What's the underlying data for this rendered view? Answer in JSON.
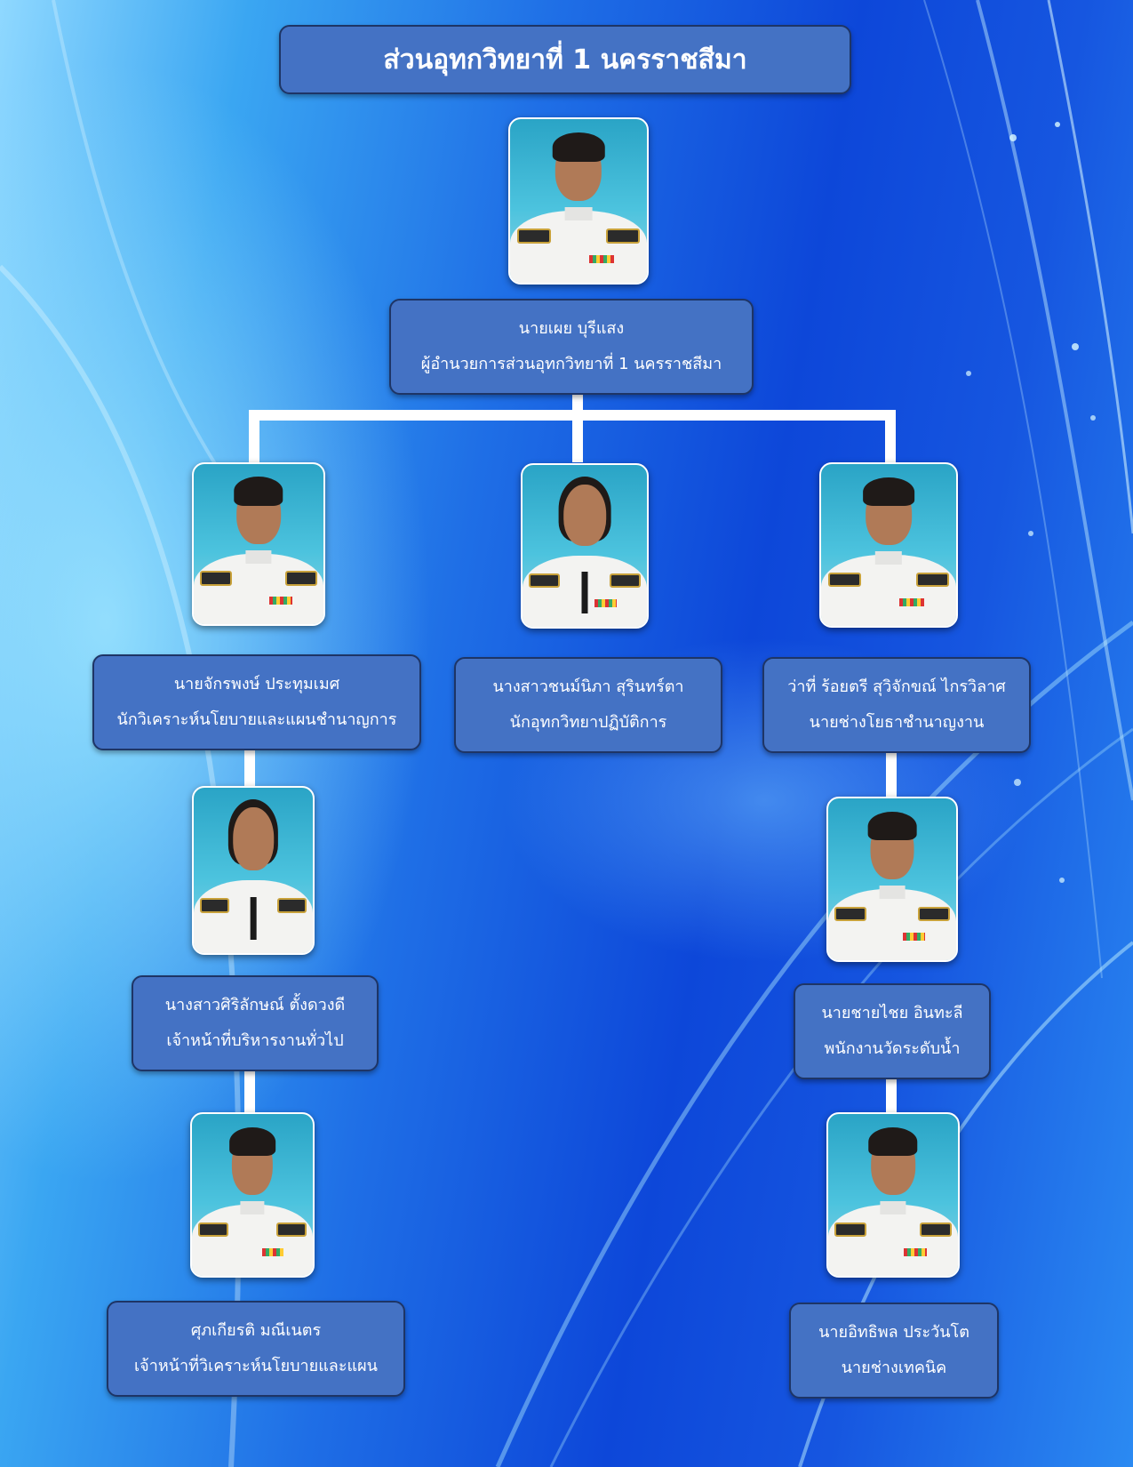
{
  "title": "ส่วนอุทกวิทยาที่ 1 นครราชสีมา",
  "director": {
    "name": "นายเผย บุรีแสง",
    "position": "ผู้อำนวยการส่วนอุทกวิทยาที่ 1 นครราชสีมา"
  },
  "branches": {
    "left": {
      "name": "นายจักรพงษ์ ประทุมเมศ",
      "position": "นักวิเคราะห์นโยบายและแผนชำนาญการ",
      "subordinates": [
        {
          "name": "นางสาวศิริลักษณ์ ตั้งดวงดี",
          "position": "เจ้าหน้าที่บริหารงานทั่วไป"
        },
        {
          "name": "ศุภเกียรติ มณีเนตร",
          "position": "เจ้าหน้าที่วิเคราะห์นโยบายและแผน"
        }
      ]
    },
    "center": {
      "name": "นางสาวชนม์นิภา สุรินทร์ตา",
      "position": "นักอุทกวิทยาปฏิบัติการ"
    },
    "right": {
      "name": "ว่าที่ ร้อยตรี สุวิจักขณ์ ไกรวิลาศ",
      "position": "นายช่างโยธาชำนาญงาน",
      "subordinates": [
        {
          "name": "นายชายไชย อินทะลี",
          "position": "พนักงานวัดระดับน้ำ"
        },
        {
          "name": "นายอิทธิพล ประวันโต",
          "position": "นายช่างเทคนิค"
        }
      ]
    }
  },
  "colors": {
    "node_fill": "#4472c4",
    "node_border": "#1e3566",
    "connector": "#ffffff"
  }
}
